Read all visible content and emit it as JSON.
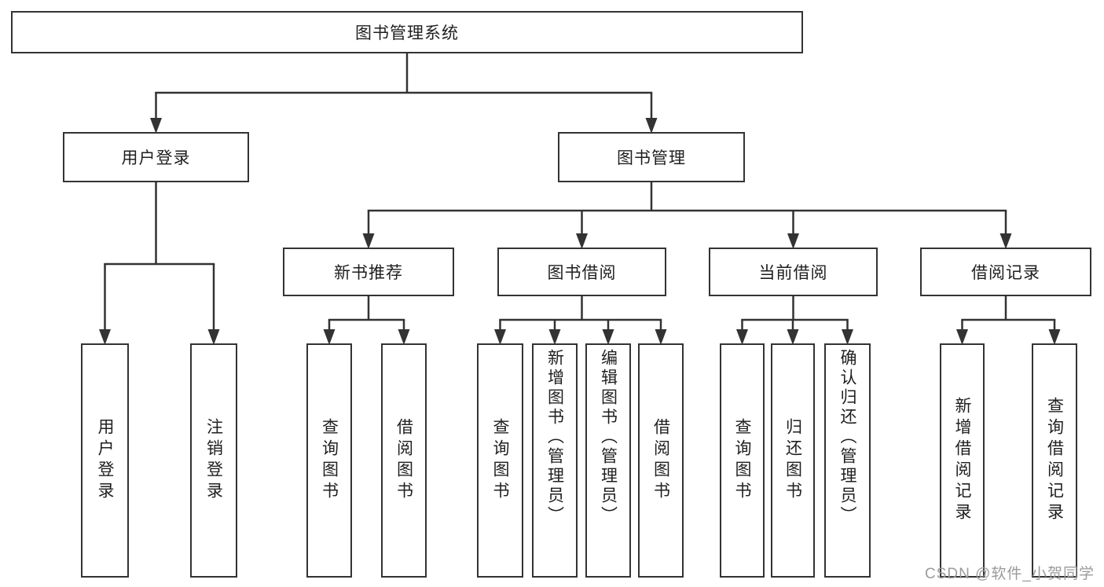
{
  "diagram_type": "hierarchy",
  "nodes": [
    {
      "id": "root",
      "label": "图书管理系统"
    },
    {
      "id": "n-login",
      "label": "用户登录"
    },
    {
      "id": "n-mgmt",
      "label": "图书管理"
    },
    {
      "id": "n-new",
      "label": "新书推荐"
    },
    {
      "id": "n-borrow",
      "label": "图书借阅"
    },
    {
      "id": "n-current",
      "label": "当前借阅"
    },
    {
      "id": "n-records",
      "label": "借阅记录"
    },
    {
      "id": "l-user-login",
      "label": "用户登录"
    },
    {
      "id": "l-logout",
      "label": "注销登录"
    },
    {
      "id": "l-new-query",
      "label": "查询图书"
    },
    {
      "id": "l-new-borrow",
      "label": "借阅图书"
    },
    {
      "id": "l-bor-query",
      "label": "查询图书"
    },
    {
      "id": "l-bor-add",
      "label": "新增图书（管理员）"
    },
    {
      "id": "l-bor-edit",
      "label": "编辑图书（管理员）"
    },
    {
      "id": "l-bor-borrow",
      "label": "借阅图书"
    },
    {
      "id": "l-cur-query",
      "label": "查询图书"
    },
    {
      "id": "l-cur-return",
      "label": "归还图书"
    },
    {
      "id": "l-cur-confirm",
      "label": "确认归还（管理员）"
    },
    {
      "id": "l-rec-add",
      "label": "新增借阅记录"
    },
    {
      "id": "l-rec-query",
      "label": "查询借阅记录"
    }
  ],
  "edges": [
    {
      "from": "root",
      "to": [
        "n-login",
        "n-mgmt"
      ]
    },
    {
      "from": "n-login",
      "to": [
        "l-user-login",
        "l-logout"
      ]
    },
    {
      "from": "n-mgmt",
      "to": [
        "n-new",
        "n-borrow",
        "n-current",
        "n-records"
      ]
    },
    {
      "from": "n-new",
      "to": [
        "l-new-query",
        "l-new-borrow"
      ]
    },
    {
      "from": "n-borrow",
      "to": [
        "l-bor-query",
        "l-bor-add",
        "l-bor-edit",
        "l-bor-borrow"
      ]
    },
    {
      "from": "n-current",
      "to": [
        "l-cur-query",
        "l-cur-return",
        "l-cur-confirm"
      ]
    },
    {
      "from": "n-records",
      "to": [
        "l-rec-add",
        "l-rec-query"
      ]
    }
  ],
  "watermark": {
    "text": "CSDN @软件_小贺同学"
  },
  "colors": {
    "line": "#333333",
    "border": "#333333",
    "text": "#1f1f1f",
    "background": "#ffffff",
    "watermark": "#9b9b9b"
  }
}
